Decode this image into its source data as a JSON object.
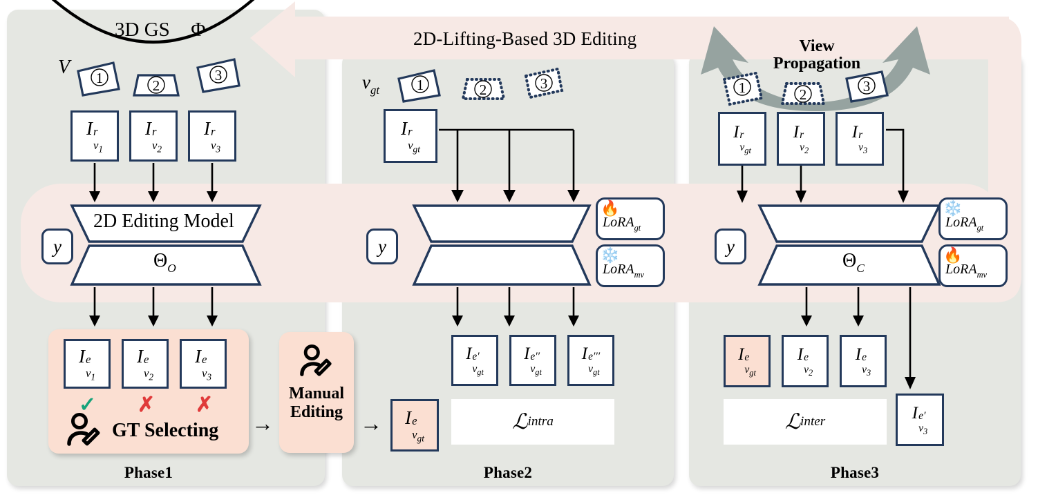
{
  "banner": {
    "title": "2D-Lifting-Based 3D Editing",
    "arrow_direction": "left",
    "band_color": "#f7e9e5"
  },
  "colors": {
    "panel_bg": "#e5e7e2",
    "pink_band": "#f7e9e5",
    "soft_pink": "#fbdfd2",
    "stroke_navy": "#23395b",
    "gray_arrow": "#96a3a0",
    "check_green": "#16a37a",
    "cross_red": "#e03a3a"
  },
  "scene": {
    "gs_label": "3D GS",
    "gs_symbol": "Φ",
    "views_label": "V",
    "view_numbers": [
      "1",
      "2",
      "3"
    ]
  },
  "view_propagation": {
    "line1": "View",
    "line2": "Propagation",
    "view_numbers": [
      "1",
      "2",
      "3"
    ],
    "solid_view": "3"
  },
  "phase1": {
    "label": "Phase1",
    "render_boxes": [
      {
        "base": "I",
        "sup": "r",
        "sub": "v₁"
      },
      {
        "base": "I",
        "sup": "r",
        "sub": "v₂"
      },
      {
        "base": "I",
        "sup": "r",
        "sub": "v₃"
      }
    ],
    "model": {
      "condition": "y",
      "encoder_label": "2D Editing Model",
      "decoder_label": "Θ",
      "decoder_sub": "O"
    },
    "edited_boxes": [
      {
        "base": "I",
        "sup": "e",
        "sub": "v₁"
      },
      {
        "base": "I",
        "sup": "e",
        "sub": "v₂"
      },
      {
        "base": "I",
        "sup": "e",
        "sub": "v₃"
      }
    ],
    "marks": [
      "✓",
      "✗",
      "✗"
    ],
    "mark_kinds": [
      "ok",
      "no",
      "no"
    ],
    "gt_selecting_label": "GT Selecting",
    "gt_selecting_icon": "person-edit-icon"
  },
  "manual_editing": {
    "line1": "Manual",
    "line2": "Editing",
    "icon": "person-edit-icon"
  },
  "phase2": {
    "label": "Phase2",
    "views_label": "v",
    "views_sub": "gt",
    "input_box": {
      "base": "I",
      "sup": "r",
      "sub": "v",
      "sub2": "gt"
    },
    "model": {
      "condition": "y",
      "decoder_label": "",
      "loras": [
        {
          "name": "LoRA",
          "sub": "gt",
          "state": "fire-icon"
        },
        {
          "name": "LoRA",
          "sub": "mv",
          "state": "snowflake-icon"
        }
      ]
    },
    "output_boxes": [
      {
        "base": "I",
        "sup": "e′",
        "sub": "v",
        "sub2": "gt"
      },
      {
        "base": "I",
        "sup": "e′′",
        "sub": "v",
        "sub2": "gt"
      },
      {
        "base": "I",
        "sup": "e′′′",
        "sub": "v",
        "sub2": "gt"
      }
    ],
    "gt_box": {
      "base": "I",
      "sup": "e",
      "sub": "v",
      "sub2": "gt"
    },
    "loss": "ℒ",
    "loss_sub": "intra"
  },
  "phase3": {
    "label": "Phase3",
    "render_boxes": [
      {
        "base": "I",
        "sup": "r",
        "sub": "v",
        "sub2": "gt"
      },
      {
        "base": "I",
        "sup": "r",
        "sub": "v₂"
      },
      {
        "base": "I",
        "sup": "r",
        "sub": "v₃"
      }
    ],
    "model": {
      "condition": "y",
      "decoder_label": "Θ",
      "decoder_sub": "C",
      "loras": [
        {
          "name": "LoRA",
          "sub": "gt",
          "state": "snowflake-icon"
        },
        {
          "name": "LoRA",
          "sub": "mv",
          "state": "fire-icon"
        }
      ]
    },
    "edited_boxes": [
      {
        "base": "I",
        "sup": "e",
        "sub": "v",
        "sub2": "gt",
        "tinted": true
      },
      {
        "base": "I",
        "sup": "e",
        "sub": "v₂",
        "tinted": false
      },
      {
        "base": "I",
        "sup": "e",
        "sub": "v₃",
        "tinted": false
      }
    ],
    "loss": "ℒ",
    "loss_sub": "inter",
    "side_box": {
      "base": "I",
      "sup": "e′",
      "sub": "v₃"
    }
  },
  "connector_arrows": {
    "phase1_to_manual": "→",
    "manual_to_gt": "→"
  }
}
